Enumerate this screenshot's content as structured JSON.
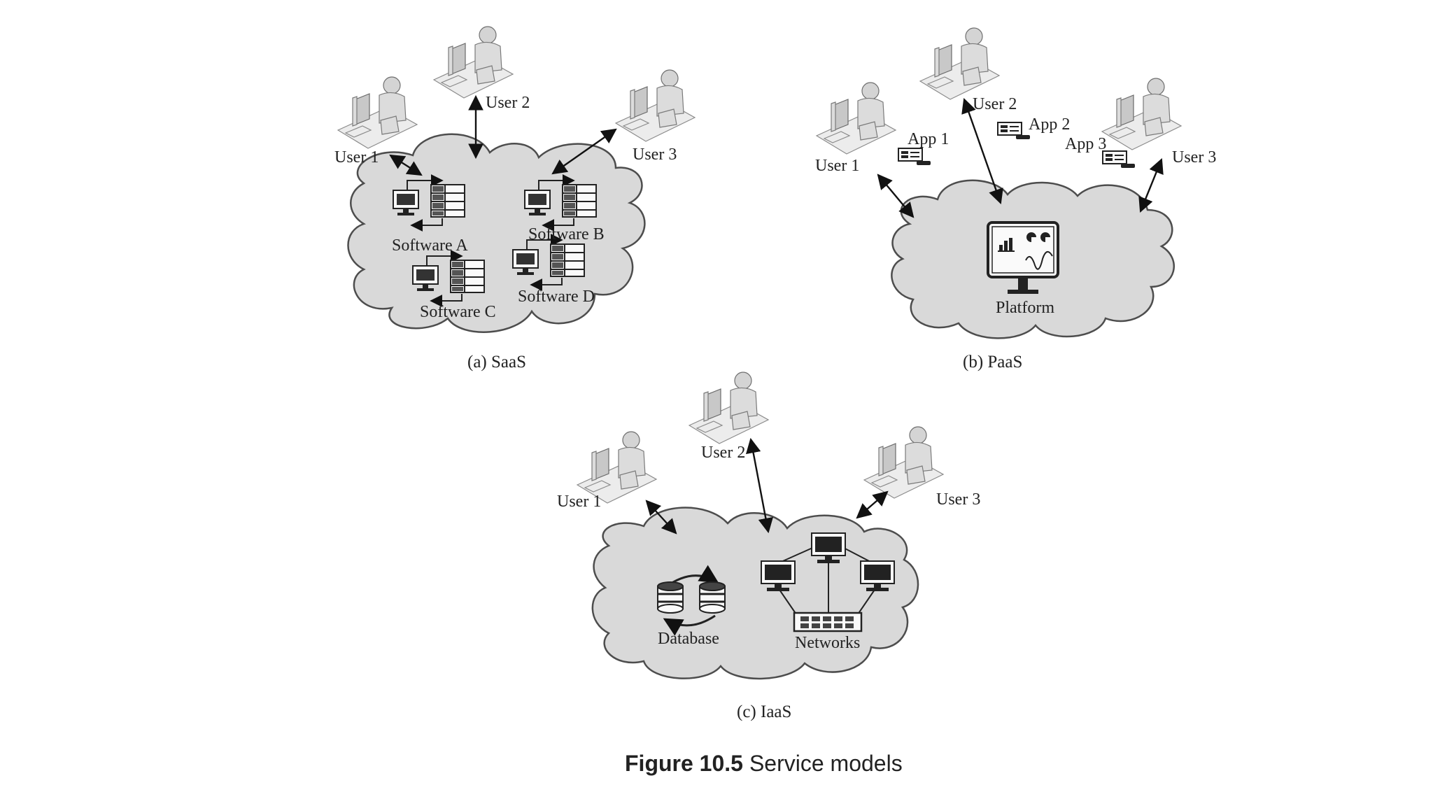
{
  "saas": {
    "users": [
      "User 1",
      "User 2",
      "User 3"
    ],
    "software": [
      "Software A",
      "Software B",
      "Software C",
      "Software D"
    ],
    "caption": "(a)  SaaS"
  },
  "paas": {
    "users": [
      "User 1",
      "User 2",
      "User 3"
    ],
    "apps": [
      "App 1",
      "App 2",
      "App 3"
    ],
    "platform": "Platform",
    "caption": "(b)  PaaS"
  },
  "iaas": {
    "users": [
      "User 1",
      "User 2",
      "User 3"
    ],
    "database": "Database",
    "networks": "Networks",
    "caption": "(c)  IaaS"
  },
  "figure": {
    "number": "Figure 10.5",
    "title": "Service models"
  }
}
